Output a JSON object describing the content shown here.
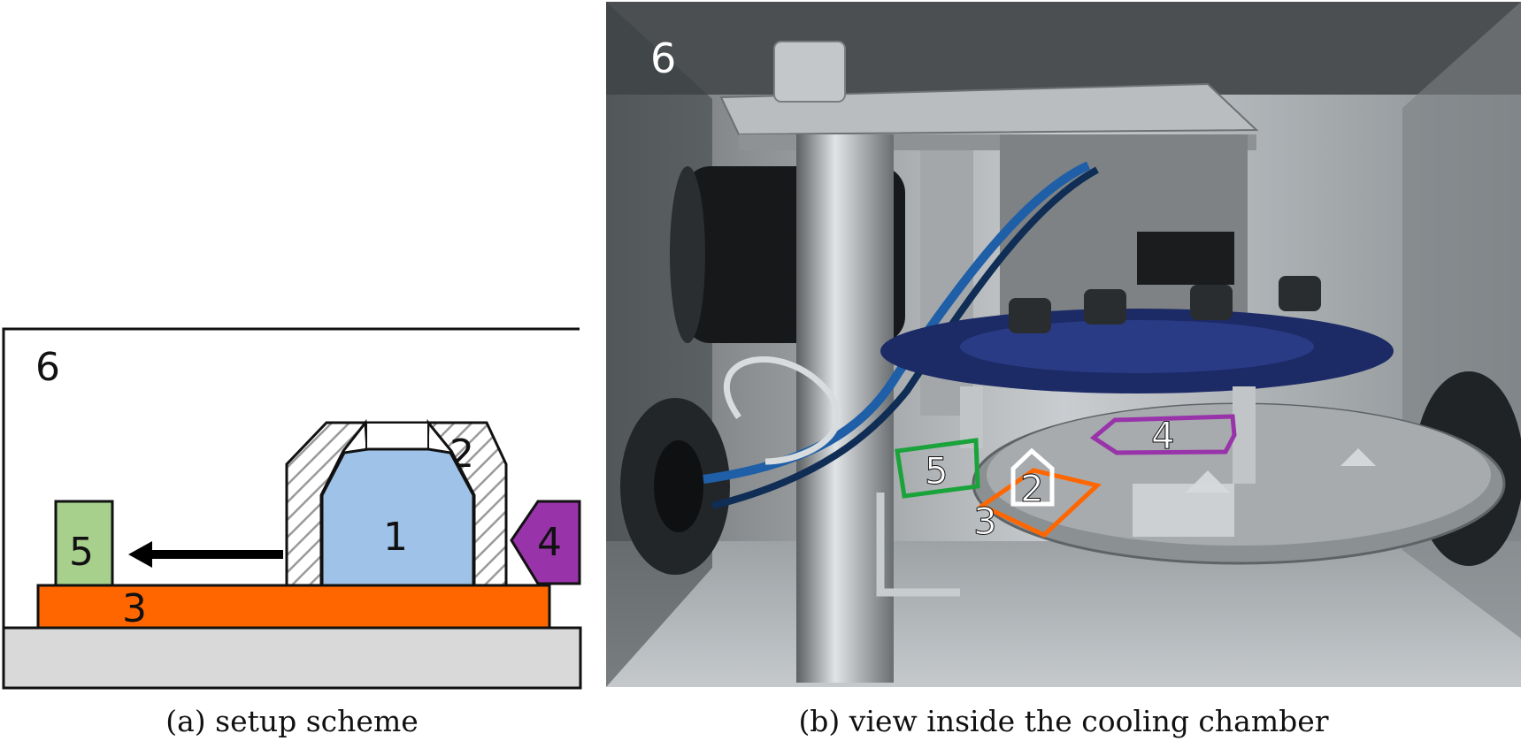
{
  "scheme": {
    "labels": {
      "chamber": "6",
      "sample": "1",
      "holder": "2",
      "plate": "3",
      "indenter": "4",
      "receiver": "5"
    },
    "colors": {
      "sample": "#9fc3e8",
      "plate": "#ff6600",
      "indenter": "#9933aa",
      "receiver": "#a8d08d",
      "floor": "#d9d9d9",
      "hatch": "#999999"
    }
  },
  "photo": {
    "labels": {
      "chamber": "6",
      "holder": "2",
      "plate": "3",
      "indenter": "4",
      "receiver": "5"
    },
    "colors": {
      "holder": "#ffffff",
      "plate": "#ff6600",
      "indenter": "#9933aa",
      "receiver": "#1aa33a"
    }
  },
  "captions": {
    "a": "(a) setup scheme",
    "b": "(b) view inside the cooling chamber"
  }
}
